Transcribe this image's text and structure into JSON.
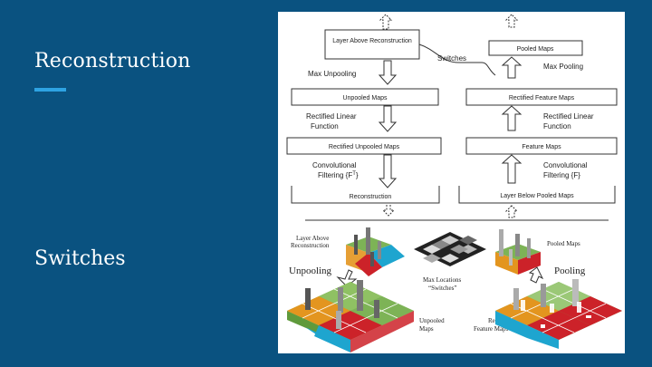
{
  "slide": {
    "title": "Reconstruction",
    "subtitle": "Switches"
  },
  "top_diagram": {
    "layer_above_reconstruction": "Layer Above Reconstruction",
    "pooled_maps": "Pooled Maps",
    "switches": "Switches",
    "max_unpooling": "Max Unpooling",
    "max_pooling": "Max Pooling",
    "unpooled_maps": "Unpooled Maps",
    "rectified_feature_maps": "Rectified Feature Maps",
    "rectified_linear_function_left": "Rectified Linear Function",
    "rectified_linear_function_right": "Rectified Linear Function",
    "rectified_unpooled_maps": "Rectified Unpooled Maps",
    "feature_maps": "Feature Maps",
    "conv_filtering_left": "Convolutional Filtering {Fᵀ}",
    "conv_filtering_right": "Convolutional Filtering {F}",
    "reconstruction": "Reconstruction",
    "layer_below_pooled_maps": "Layer Below Pooled Maps"
  },
  "bottom_diagram": {
    "layer_above_reconstruction": "Layer Above Reconstruction",
    "pooled_maps": "Pooled Maps",
    "unpooling": "Unpooling",
    "pooling": "Pooling",
    "max_locations": "Max Locations “Switches”",
    "unpooled_maps": "Unpooled Maps",
    "rectified_feature_maps": "Rectified Feature Maps"
  },
  "colors": {
    "background": "#0a5280",
    "accent": "#2ea3e3",
    "green": "#7db356",
    "orange": "#e3951f",
    "red": "#cc2229",
    "cyan": "#1ea5cf",
    "gray": "#9a9a9a"
  }
}
